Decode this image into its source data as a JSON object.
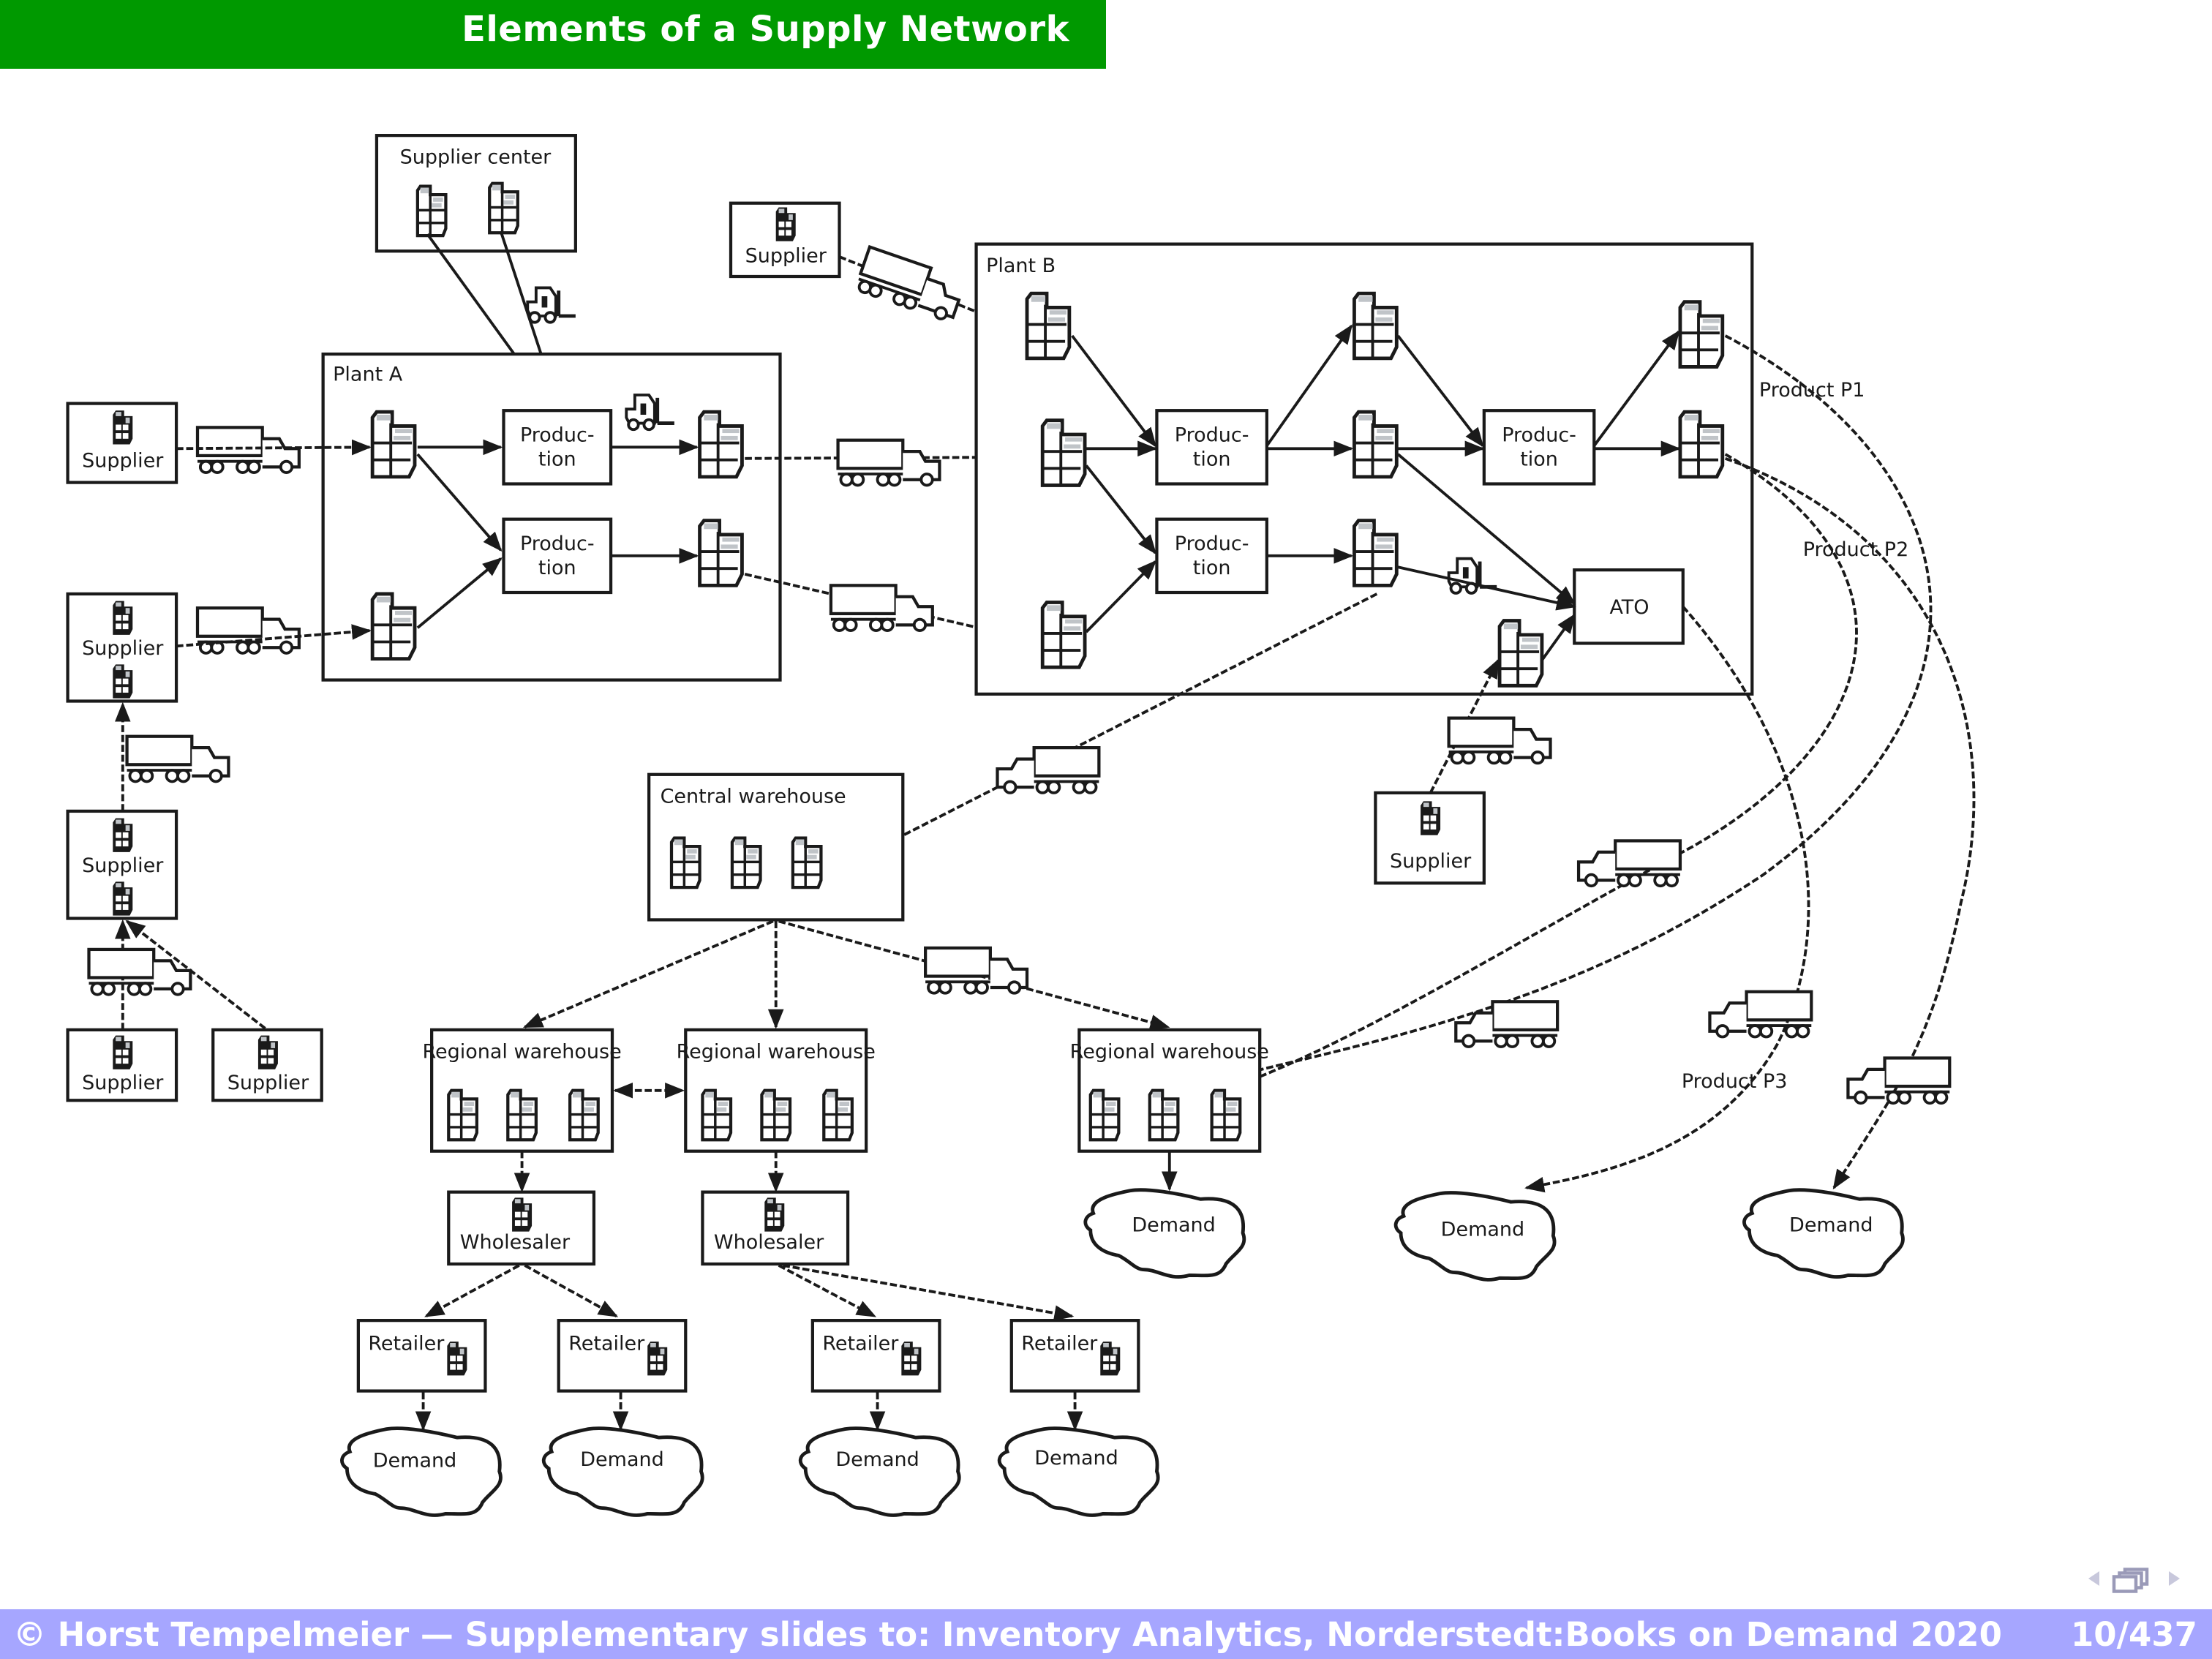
{
  "slide": {
    "title": "Elements of a Supply Network",
    "footer": "© Horst Tempelmeier — Supplementary slides to: Inventory Analytics, Norderstedt:Books on Demand 2020",
    "page": "10/437",
    "colors": {
      "title_bar": "#009900",
      "footer_bar": "#a6a6ff",
      "ink": "#1a1a1a",
      "shade": "#c0c4c8"
    }
  },
  "nav": {
    "prev": "◀",
    "next": "▶"
  },
  "nodes": {
    "supplier_center": "Supplier center",
    "plant_a": "Plant A",
    "plant_b": "Plant B",
    "supplier": "Supplier",
    "production_line1": "Produc-",
    "production_line2": "tion",
    "ato": "ATO",
    "central_warehouse": "Central warehouse",
    "regional_warehouse": "Regional warehouse",
    "wholesaler": "Wholesaler",
    "retailer": "Retailer",
    "demand": "Demand"
  },
  "flow_labels": {
    "p1": "Product P1",
    "p2": "Product P2",
    "p3": "Product P3"
  }
}
